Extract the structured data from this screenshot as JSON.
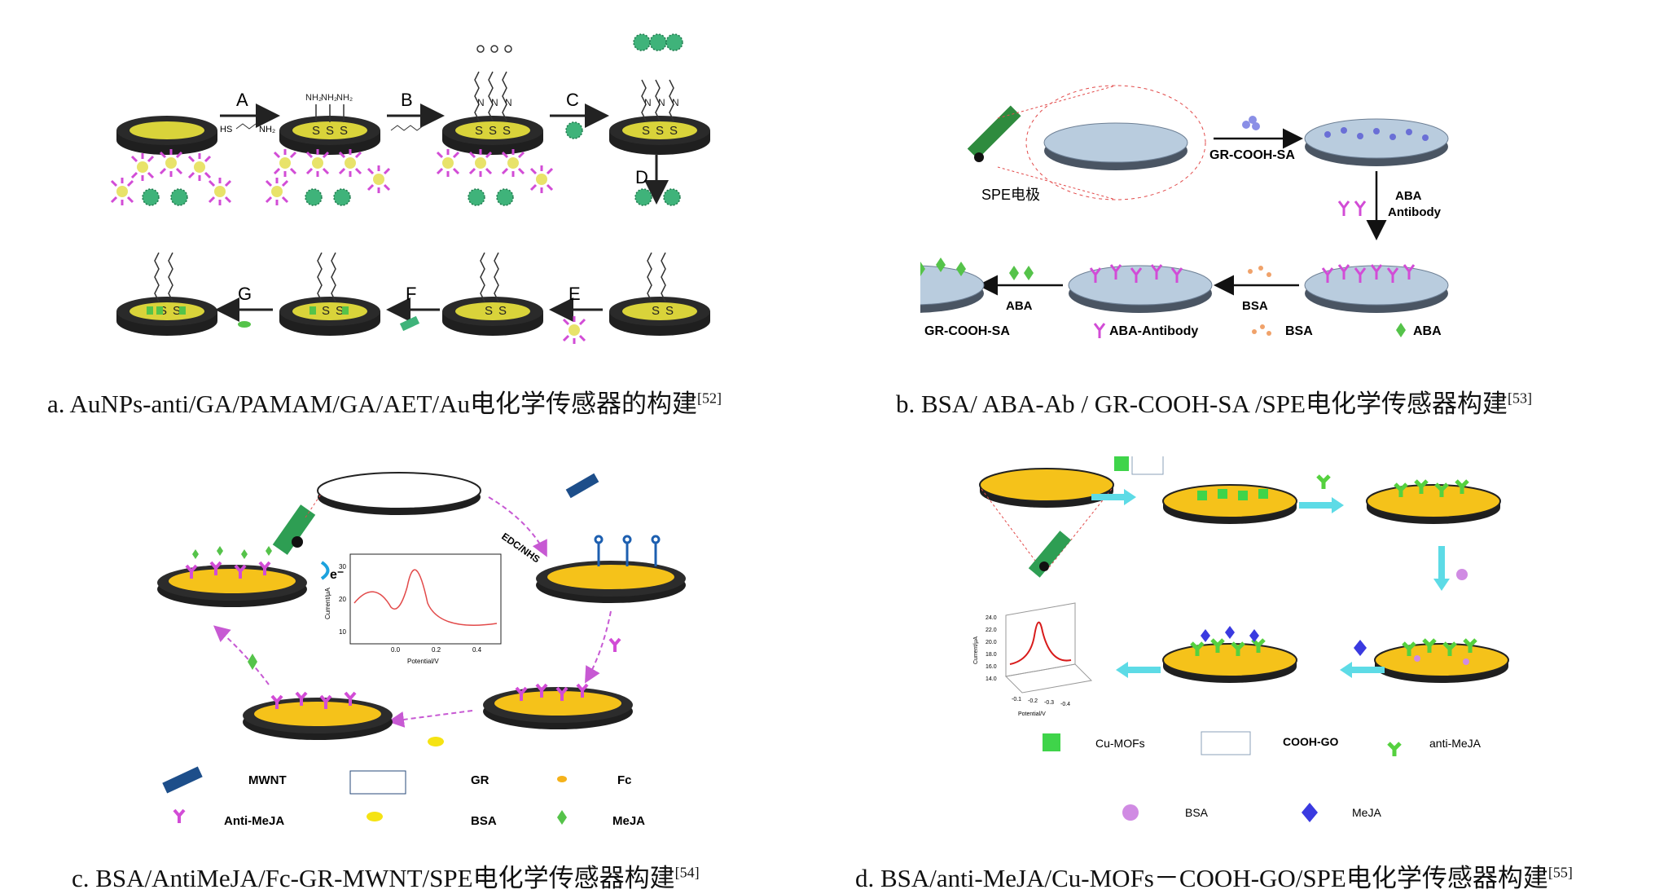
{
  "colors": {
    "disk_top": "#d9d33a",
    "disk_side": "#1f1f1f",
    "green_np": "#3fb37a",
    "gold": "#f5c21a",
    "light_blue": "#c7dbef",
    "magenta": "#d24cd6",
    "green_diamond": "#55c34a",
    "arrow_cyan": "#5ddbe6",
    "mejA": "#3a3ae0",
    "bsa_pink": "#d08be3"
  },
  "panel_a": {
    "step_labels": [
      "A",
      "B",
      "C",
      "D",
      "E",
      "F",
      "G"
    ],
    "chem_sh": "HS",
    "chem_nh2": "NH₂",
    "atom_s": "S",
    "atom_n": "N",
    "caption": "a. AuNPs-anti/GA/PAMAM/GA/AET/Au电化学传感器的构建",
    "ref": "[52]"
  },
  "panel_b": {
    "spe_label": "SPE电极",
    "step1": "GR-COOH-SA",
    "step2a": "ABA",
    "step2b": "Antibody",
    "step3": "BSA",
    "step4": "ABA",
    "legend": [
      "GR-COOH-SA",
      "ABA-Antibody",
      "BSA",
      "ABA"
    ],
    "caption": "b. BSA/ ABA-Ab / GR-COOH-SA /SPE电化学传感器构建",
    "ref": "[53]"
  },
  "panel_c": {
    "edc": "EDC/NHS",
    "electron": "e⁻",
    "ylabel": "Current/μA",
    "xlabel": "Potential/V",
    "yticks": [
      "30",
      "20",
      "10"
    ],
    "xticks": [
      "0.0",
      "0.2",
      "0.4"
    ],
    "legend": [
      "MWNT",
      "GR",
      "Fc",
      "Anti-MeJA",
      "BSA",
      "MeJA"
    ],
    "caption": "c. BSA/AntiMeJA/Fc-GR-MWNT/SPE电化学传感器构建",
    "ref": "[54]"
  },
  "panel_d": {
    "ylabel": "Current/μA",
    "xlabel": "Potential/V",
    "yticks": [
      "24.0",
      "22.0",
      "20.0",
      "18.0",
      "16.0",
      "14.0"
    ],
    "xticks": [
      "-0.1",
      "-0.2",
      "-0.3",
      "-0.4"
    ],
    "legend": [
      "Cu-MOFs",
      "COOH-GO",
      "anti-MeJA",
      "BSA",
      "MeJA"
    ],
    "caption": "d. BSA/anti-MeJA/Cu-MOFs－COOH-GO/SPE电化学传感器构建",
    "ref": "[55]"
  }
}
